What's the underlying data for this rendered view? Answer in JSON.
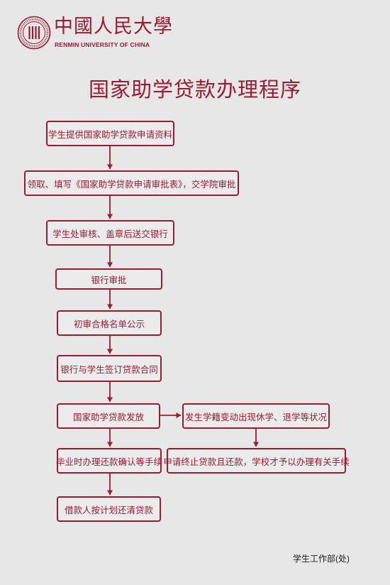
{
  "header": {
    "brand_cn": "中國人民大學",
    "brand_en": "RENMIN UNIVERSITY OF CHINA"
  },
  "title": "国家助学贷款办理程序",
  "steps": [
    "学生提供国家助学贷款申请资料",
    "领取、填写《国家助学贷款申请审批表》，交学院审批",
    "学生处审核、盖章后送交银行",
    "银行审批",
    "初审合格名单公示",
    "银行与学生签订贷款合同",
    "国家助学贷款发放",
    "毕业时办理还款确认等手续",
    "借款人按计划还清贷款"
  ],
  "branch_steps": [
    "发生学籍变动出现休学、退学等状况",
    "申请终止贷款且还款，学校才予以办理有关手续"
  ],
  "footer": "学生工作部(处)",
  "colors": {
    "accent": "#9b1b30",
    "background": "#e7e7e7",
    "text_footer": "#1f1f1f"
  }
}
